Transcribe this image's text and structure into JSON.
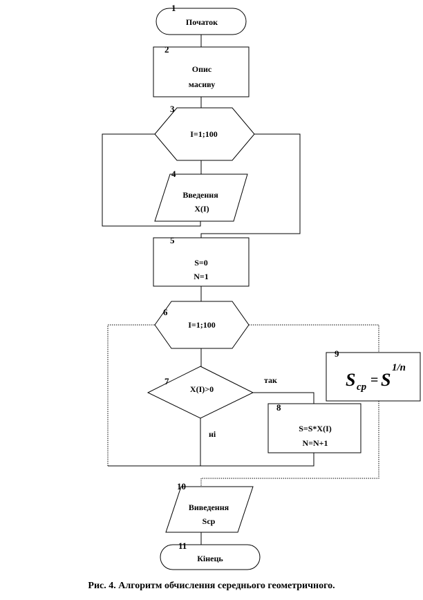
{
  "flowchart": {
    "blocks": {
      "b1": {
        "num": "1",
        "lines": [
          "Початок"
        ]
      },
      "b2": {
        "num": "2",
        "lines": [
          "Опис",
          "масиву"
        ]
      },
      "b3": {
        "num": "3",
        "lines": [
          "I=1;100"
        ]
      },
      "b4": {
        "num": "4",
        "lines": [
          "Введення",
          "X(I)"
        ]
      },
      "b5": {
        "num": "5",
        "lines": [
          "S=0",
          "N=1"
        ]
      },
      "b6": {
        "num": "6",
        "lines": [
          "I=1;100"
        ]
      },
      "b7": {
        "num": "7",
        "lines": [
          "X(I)>0"
        ]
      },
      "b8": {
        "num": "8",
        "lines": [
          "S=S*X(I)",
          "N=N+1"
        ]
      },
      "b9": {
        "num": "9",
        "formula": {
          "base": "S",
          "sub": "cp",
          "exp_base": "S",
          "exp": "1/n"
        }
      },
      "b10": {
        "num": "10",
        "lines": [
          "Виведення",
          "Scp"
        ]
      },
      "b11": {
        "num": "11",
        "lines": [
          "Кінець"
        ]
      }
    },
    "labels": {
      "yes": "так",
      "no": "ні"
    }
  },
  "caption": "Рис.  4. Алгоритм обчислення середнього геометричного."
}
